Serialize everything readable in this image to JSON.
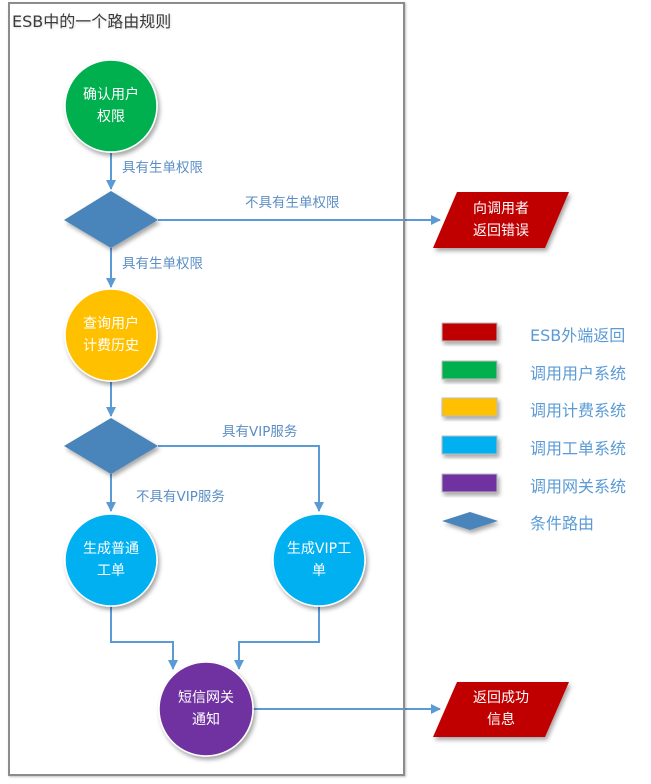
{
  "title": "ESB中的一个路由规则",
  "colors": {
    "esb_return": "#c00000",
    "user_system": "#00b050",
    "billing_system": "#ffc000",
    "ticket_system": "#00b0f0",
    "gateway_system": "#7030a0",
    "condition": "#4a84bb",
    "connector": "#5b9bd5",
    "frame": "#8c8c8c"
  },
  "nodes": {
    "verify_permission": {
      "label": "确认用户\n权限",
      "type": "process",
      "system": "user_system"
    },
    "permission_check": {
      "label": "",
      "type": "decision"
    },
    "return_error": {
      "label": "向调用者\n返回错误",
      "type": "io",
      "system": "esb_return"
    },
    "query_billing": {
      "label": "查询用户\n计费历史",
      "type": "process",
      "system": "billing_system"
    },
    "vip_check": {
      "label": "",
      "type": "decision"
    },
    "normal_ticket": {
      "label": "生成普通\n工单",
      "type": "process",
      "system": "ticket_system"
    },
    "vip_ticket": {
      "label": "生成VIP工\n单",
      "type": "process",
      "system": "ticket_system"
    },
    "sms_notify": {
      "label": "短信网关\n通知",
      "type": "process",
      "system": "gateway_system"
    },
    "return_success": {
      "label": "返回成功\n信息",
      "type": "io",
      "system": "esb_return"
    }
  },
  "edges": [
    {
      "from": "verify_permission",
      "to": "permission_check",
      "label": "具有生单权限"
    },
    {
      "from": "permission_check",
      "to": "return_error",
      "label": "不具有生单权限"
    },
    {
      "from": "permission_check",
      "to": "query_billing",
      "label": "具有生单权限"
    },
    {
      "from": "query_billing",
      "to": "vip_check",
      "label": ""
    },
    {
      "from": "vip_check",
      "to": "vip_ticket",
      "label": "具有VIP服务"
    },
    {
      "from": "vip_check",
      "to": "normal_ticket",
      "label": "不具有VIP服务"
    },
    {
      "from": "normal_ticket",
      "to": "sms_notify",
      "label": ""
    },
    {
      "from": "vip_ticket",
      "to": "sms_notify",
      "label": ""
    },
    {
      "from": "sms_notify",
      "to": "return_success",
      "label": ""
    }
  ],
  "legend": [
    {
      "label": "ESB外端返回",
      "swatch": "rect",
      "color": "#c00000"
    },
    {
      "label": "调用用户系统",
      "swatch": "rect",
      "color": "#00b050"
    },
    {
      "label": "调用计费系统",
      "swatch": "rect",
      "color": "#ffc000"
    },
    {
      "label": "调用工单系统",
      "swatch": "rect",
      "color": "#00b0f0"
    },
    {
      "label": "调用网关系统",
      "swatch": "rect",
      "color": "#7030a0"
    },
    {
      "label": "条件路由",
      "swatch": "diamond",
      "color": "#4a84bb"
    }
  ]
}
